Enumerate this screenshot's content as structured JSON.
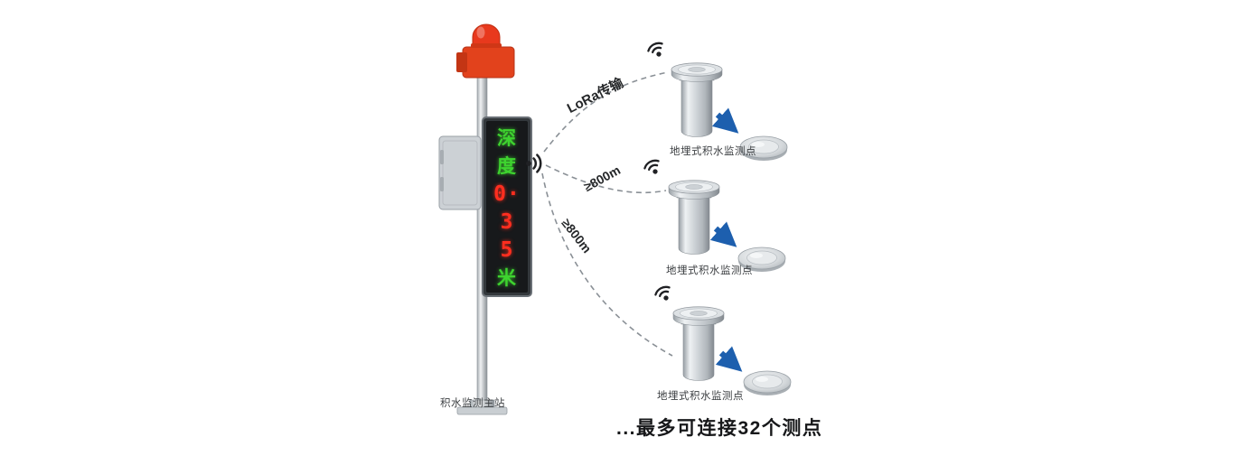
{
  "diagram": {
    "station": {
      "label": "积水监测主站",
      "display": {
        "lines": [
          {
            "text": "深",
            "color": "green"
          },
          {
            "text": "度",
            "color": "green"
          },
          {
            "text": "0·",
            "color": "red"
          },
          {
            "text": "3",
            "color": "red"
          },
          {
            "text": "5",
            "color": "red"
          },
          {
            "text": "米",
            "color": "green"
          }
        ]
      }
    },
    "links": {
      "lora": "LoRa传输",
      "range1": "≥800m",
      "range2": "≥800m"
    },
    "sensors": [
      {
        "label": "地埋式积水监测点"
      },
      {
        "label": "地埋式积水监测点"
      },
      {
        "label": "地埋式积水监测点"
      }
    ],
    "footer_note": "...最多可连接32个测点",
    "colors": {
      "beacon_red": "#e2421c",
      "arrow_blue": "#1d5fae",
      "led_green": "#3ed32f",
      "led_red": "#ff2e1f",
      "dashed_line": "#8a9096"
    }
  }
}
